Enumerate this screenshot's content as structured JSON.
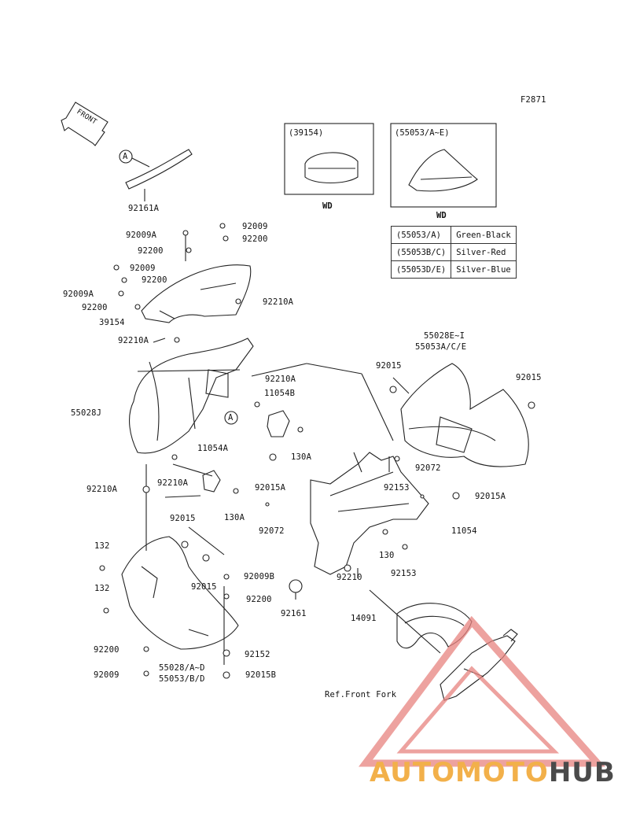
{
  "figure_id": "F2871",
  "front_label": "FRONT",
  "inset_windshield": {
    "title": "(39154)",
    "variant": "WD"
  },
  "inset_cowl": {
    "title": "(55053/A~E)",
    "variant": "WD"
  },
  "color_table": [
    {
      "part": "(55053/A)",
      "color": "Green-Black"
    },
    {
      "part": "(55053B/C)",
      "color": "Silver-Red"
    },
    {
      "part": "(55053D/E)",
      "color": "Silver-Blue"
    }
  ],
  "callouts": {
    "a_mark": "A",
    "p92161A": "92161A",
    "p92009A_1": "92009A",
    "p92009_1": "92009",
    "p92200_top": "92200",
    "p92200_1": "92200",
    "p92009_2": "92009",
    "p92200_2": "92200",
    "p92009A_2": "92009A",
    "p92200_3": "92200",
    "p92210A_1": "92210A",
    "p39154": "39154",
    "p92210A_2": "92210A",
    "p92210A_3": "92210A",
    "p11054B": "11054B",
    "p55028J": "55028J",
    "p55028E": "55028E~I",
    "p55053A": "55053A/C/E",
    "p92015_1": "92015",
    "p92015_2": "92015",
    "p11054A": "11054A",
    "p130A_1": "130A",
    "p92210A_4": "92210A",
    "p92015A_1": "92015A",
    "p92153_1": "92153",
    "p92072_1": "92072",
    "p92210A_5": "92210A",
    "p130A_2": "130A",
    "p92015A_2": "92015A",
    "p92015_3": "92015",
    "p92072_2": "92072",
    "p11054": "11054",
    "p132_1": "132",
    "p130": "130",
    "p92015_4": "92015",
    "p92009B": "92009B",
    "p92210": "92210",
    "p92153_2": "92153",
    "p132_2": "132",
    "p92200_4": "92200",
    "p92161": "92161",
    "p14091": "14091",
    "p92200_5": "92200",
    "p92152": "92152",
    "p55028AD": "55028/A~D",
    "p55053BD": "55053/B/D",
    "p92009_3": "92009",
    "p92015B": "92015B",
    "ref_front_fork": "Ref.Front Fork"
  },
  "watermark": {
    "part1": "AUTOMOTO",
    "part2": "HUB"
  },
  "colors": {
    "line": "#222222",
    "watermark_red": "#e8837f",
    "watermark_orange": "#f2b04a",
    "watermark_gray": "#4a4a4a"
  }
}
